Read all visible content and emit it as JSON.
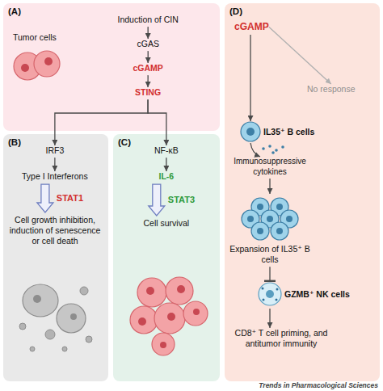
{
  "diagram": {
    "nodes": [
      {
        "text": [
          "(A)"
        ]
      },
      {
        "text": [
          "Induction of CIN"
        ],
        "in": 0
      },
      {
        "text": [
          "cGAS"
        ],
        "in": 0
      },
      {
        "text": [
          "cGAMP"
        ],
        "in": 0
      },
      {
        "text": [
          "STING"
        ],
        "in": 0
      },
      {
        "text": [
          "(B)"
        ]
      },
      {
        "text": [
          "IRF3"
        ],
        "in": 5
      },
      {
        "text": [
          "Type I Interferons"
        ],
        "in": 5
      },
      {
        "text": [
          "Cell growth inhibition, induction of senescence or cell death"
        ],
        "in": 5
      },
      {
        "text": [
          "(C)"
        ]
      },
      {
        "text": [
          "NF-κB"
        ],
        "in": 9
      },
      {
        "text": [
          "IL-6"
        ],
        "in": 9
      },
      {
        "text": [
          "Cell survival"
        ],
        "in": 9
      },
      {
        "text": [
          "(D)"
        ]
      },
      {
        "text": [
          "cGAMP"
        ],
        "in": 13
      },
      {
        "text": [
          "No response"
        ],
        "in": 13
      },
      {
        "text": [
          "IL35⁺ B cells"
        ],
        "in": 13
      },
      {
        "text": [
          "Immunosuppressive cytokines"
        ],
        "in": 13
      },
      {
        "text": [
          "Expansion of IL35⁺ B cells"
        ],
        "in": 13
      },
      {
        "text": [
          "GZMB⁺ NK cells"
        ],
        "in": 13
      },
      {
        "text": [
          "CD8⁺ T cell priming, and antitumor immunity"
        ],
        "in": 13
      }
    ],
    "edges": [
      {
        "from": 1,
        "to": 2,
        "arrow": "to"
      },
      {
        "from": 2,
        "to": 3,
        "arrow": "to"
      },
      {
        "from": 3,
        "to": 4,
        "arrow": "to"
      },
      {
        "from": 4,
        "to": 6,
        "arrow": "to"
      },
      {
        "from": 4,
        "to": 10,
        "arrow": "to"
      },
      {
        "from": 6,
        "to": 7,
        "arrow": "to"
      },
      {
        "from": 7,
        "to": 8,
        "label": "STAT1",
        "arrow": "to"
      },
      {
        "from": 10,
        "to": 11,
        "arrow": "to"
      },
      {
        "from": 11,
        "to": 12,
        "label": "STAT3",
        "arrow": "to"
      },
      {
        "from": 14,
        "to": 15,
        "arrow": "to"
      },
      {
        "from": 14,
        "to": 16,
        "arrow": "to"
      },
      {
        "from": 16,
        "to": 17,
        "arrow": "to"
      },
      {
        "from": 17,
        "to": 18,
        "arrow": "to"
      },
      {
        "from": 18,
        "to": 19,
        "arrow": "to"
      },
      {
        "from": 19,
        "to": 20,
        "arrow": "to"
      }
    ],
    "labels": [
      "Tumor cells",
      "Trends in Pharmacological Sciences"
    ]
  }
}
